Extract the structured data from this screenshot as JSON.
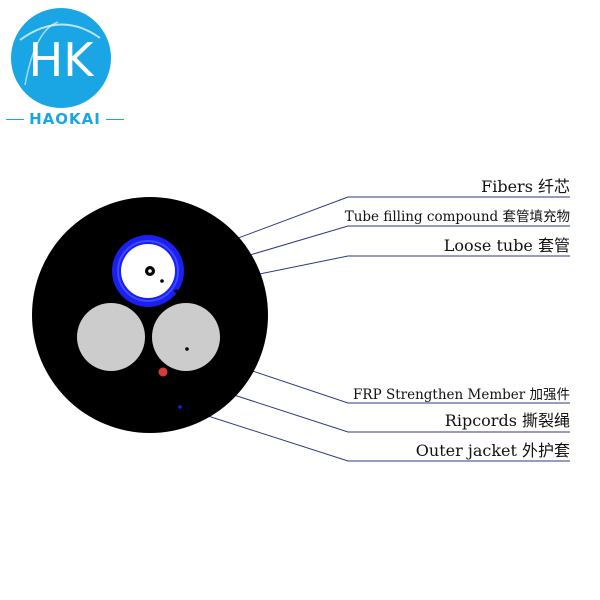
{
  "brand": {
    "logo_text": "HAOKAI",
    "monogram": "HK",
    "color": "#1aa6e4"
  },
  "labels": {
    "fibers": "Fibers 纤芯",
    "tube_filling": "Tube filling compound 套管填充物",
    "loose_tube": "Loose tube 套管",
    "frp": "FRP Strengthen Member 加强件",
    "ripcords": "Ripcords 撕裂绳",
    "outer_jacket": "Outer jacket 外护套"
  },
  "colors": {
    "jacket": "#000000",
    "loose_tube": "#1c1ef2",
    "tube_filling": "#ffffff",
    "fiber": "#000000",
    "frp": "#cccccc",
    "ripcord": "#d63a3a",
    "leader_line": "#2b3a80"
  }
}
